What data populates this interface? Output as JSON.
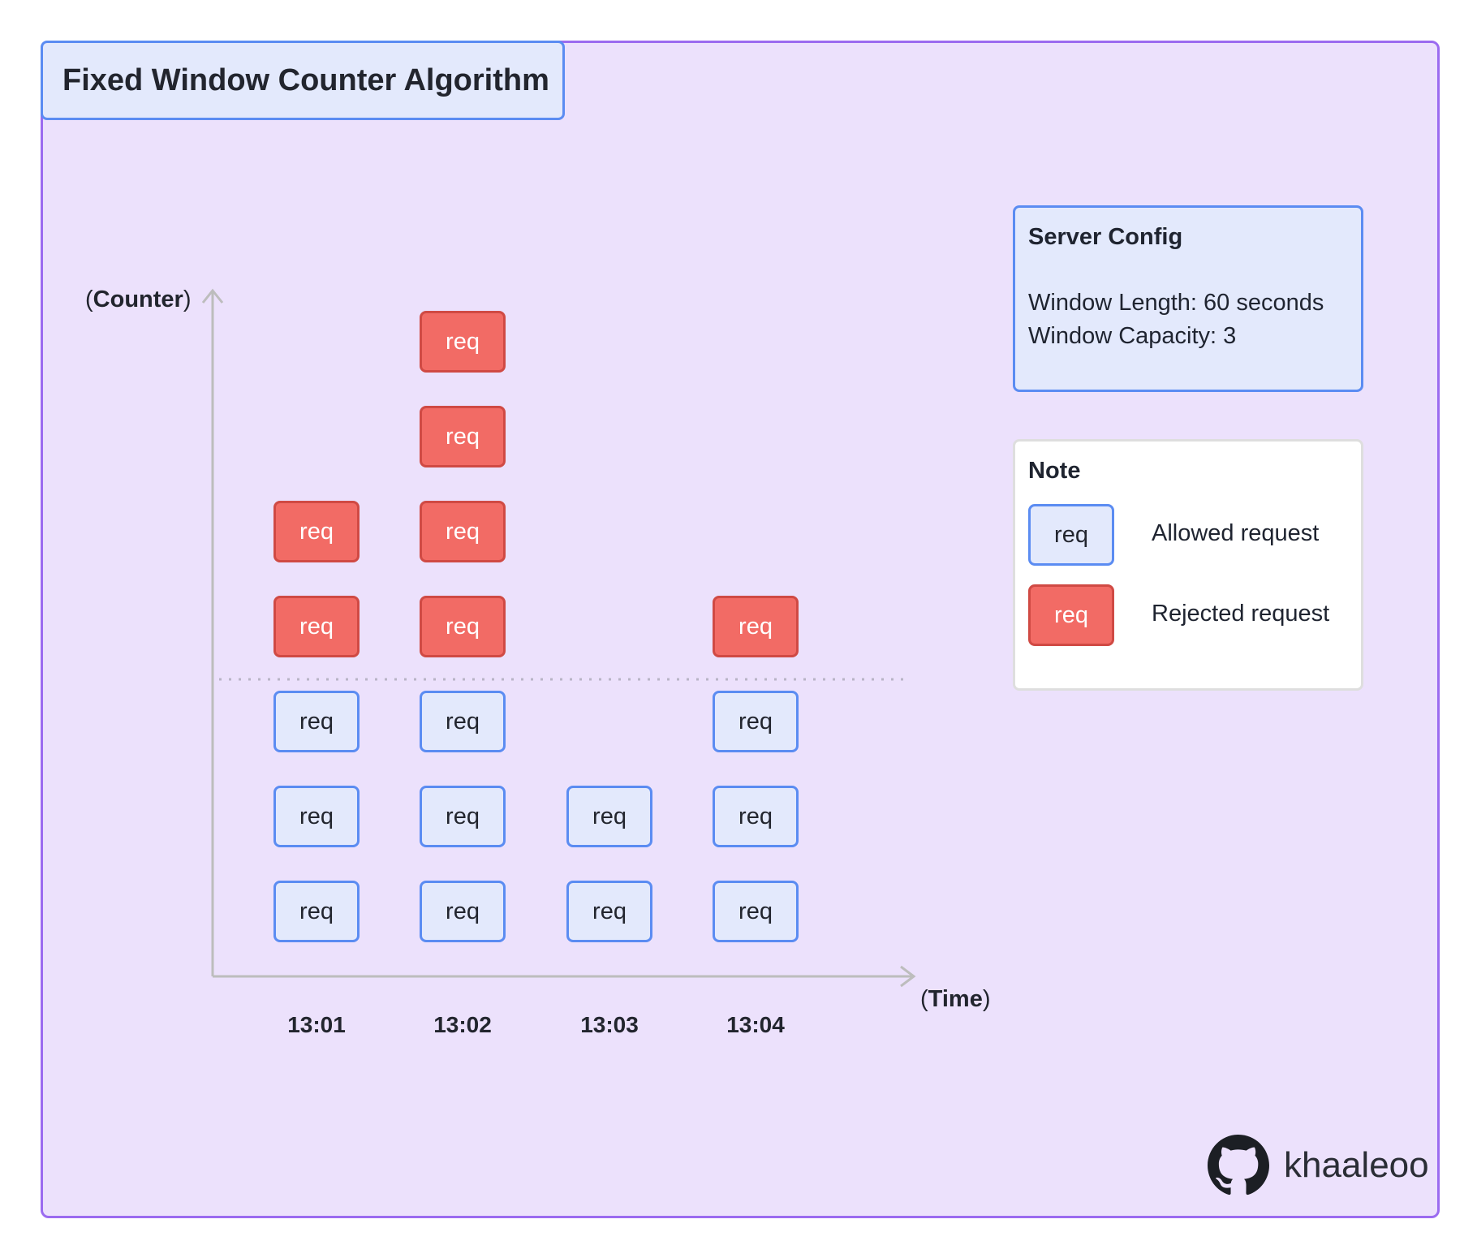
{
  "title": "Fixed Window Counter Algorithm",
  "axis": {
    "y_open": "(",
    "y_label": "Counter",
    "y_close": ")",
    "x_open": "(",
    "x_label": "Time",
    "x_close": ")"
  },
  "columns": [
    {
      "time": "13:01",
      "allowed": 3,
      "rejected": 2
    },
    {
      "time": "13:02",
      "allowed": 3,
      "rejected": 4
    },
    {
      "time": "13:03",
      "allowed": 2,
      "rejected": 0
    },
    {
      "time": "13:04",
      "allowed": 3,
      "rejected": 1
    }
  ],
  "req_label": "req",
  "server_config": {
    "heading": "Server Config",
    "window_length": "Window Length: 60 seconds",
    "window_capacity": "Window Capacity: 3"
  },
  "note": {
    "heading": "Note",
    "allowed_label": "Allowed request",
    "rejected_label": "Rejected request"
  },
  "brand": {
    "name": "khaaleoo",
    "icon": "github-icon"
  },
  "colors": {
    "frame_bg": "#ece1fc",
    "frame_border": "#9b6bf0",
    "allowed_fill": "#e3e9fc",
    "allowed_border": "#5b8cf2",
    "rejected_fill": "#f26b65",
    "rejected_border": "#d04a44"
  }
}
